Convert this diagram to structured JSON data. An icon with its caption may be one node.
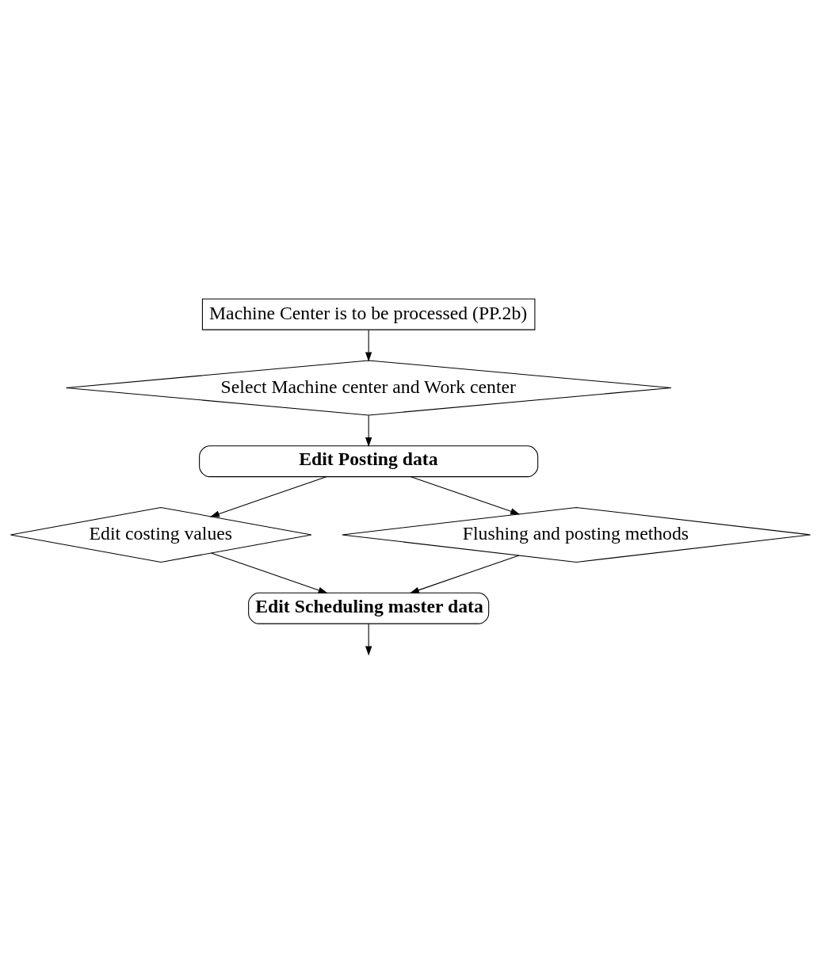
{
  "diagram": {
    "nodes": [
      {
        "text": [
          "Machine Center is to be processed (PP.2b)"
        ]
      },
      {
        "text": [
          "Select Machine center and Work center"
        ]
      },
      {
        "text": [
          "Edit Posting data"
        ]
      },
      {
        "text": [
          "Edit costing values"
        ]
      },
      {
        "text": [
          "Flushing and posting methods"
        ]
      },
      {
        "text": [
          "Edit Scheduling master data"
        ]
      }
    ],
    "edges": [
      {
        "from": 0,
        "to": 1,
        "arrow": "to"
      },
      {
        "from": 1,
        "to": 2,
        "arrow": "to"
      },
      {
        "from": 2,
        "to": 3,
        "arrow": "to"
      },
      {
        "from": 2,
        "to": 4,
        "arrow": "to"
      },
      {
        "from": 3,
        "to": 5,
        "arrow": "to"
      },
      {
        "from": 4,
        "to": 5,
        "arrow": "to"
      },
      {
        "from": 5,
        "to": null,
        "arrow": "to"
      }
    ]
  }
}
